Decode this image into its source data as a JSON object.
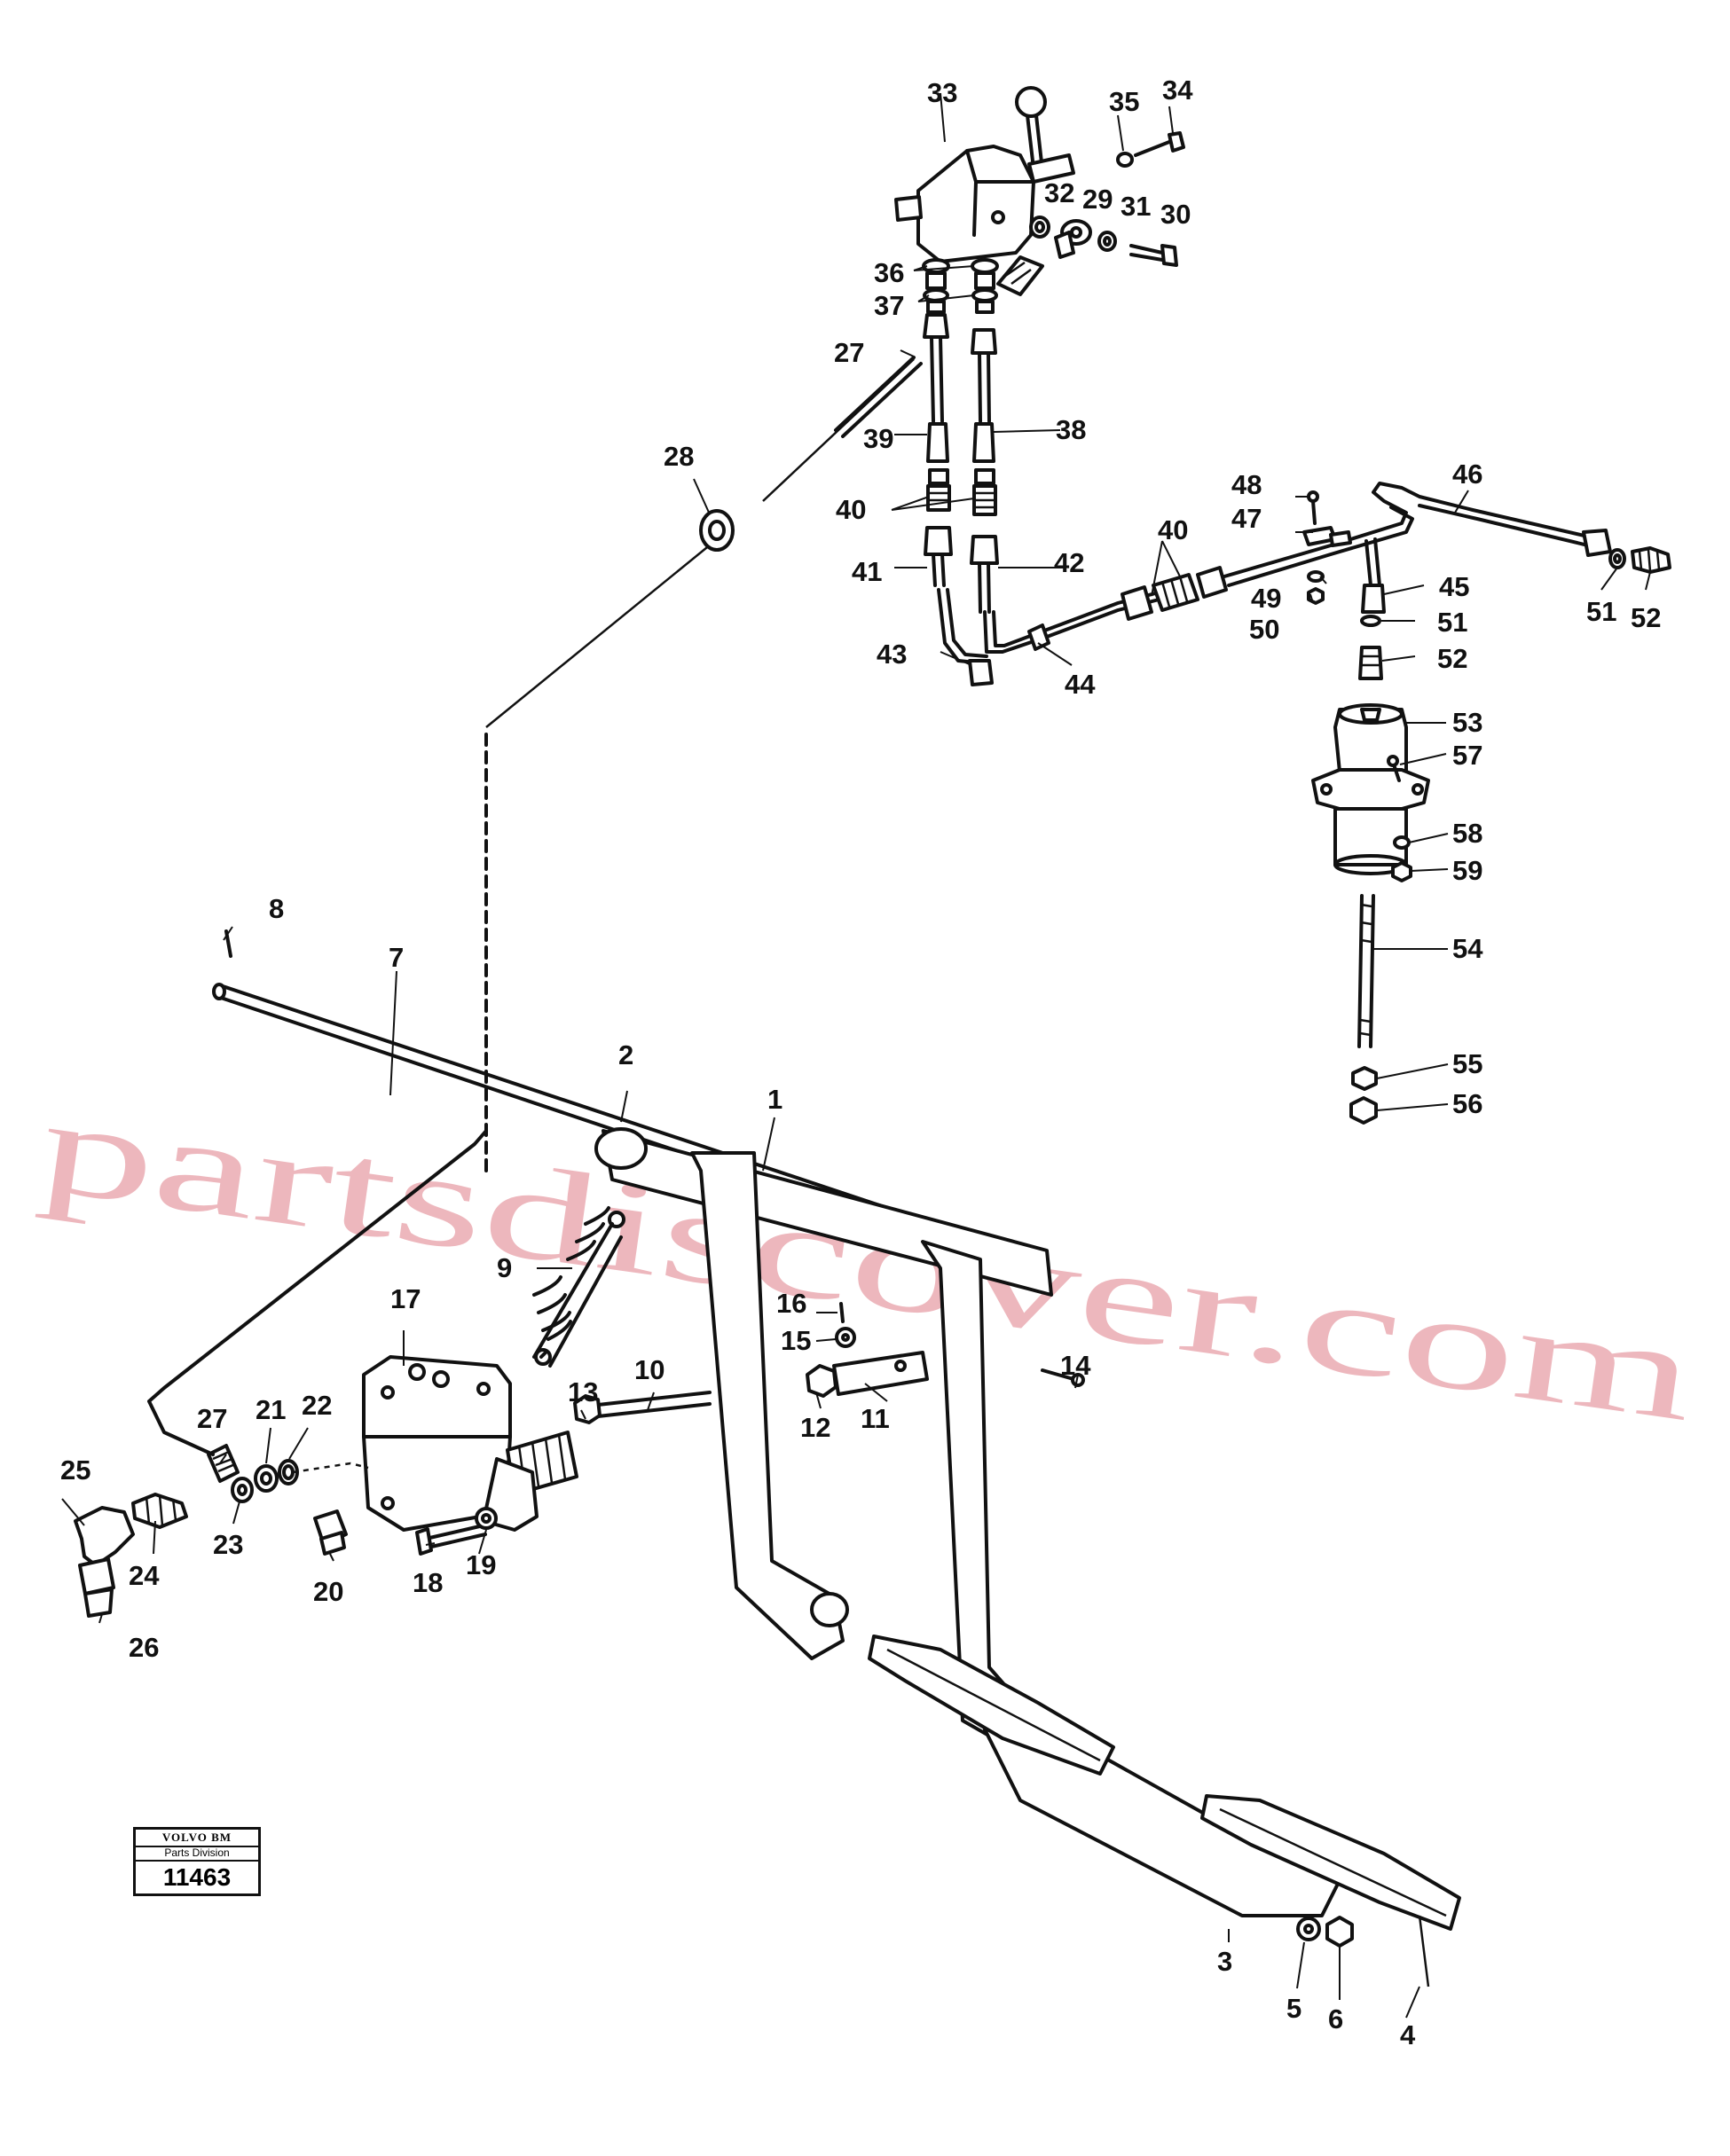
{
  "watermark": "partsdiscover.com",
  "badge": {
    "brand": "VOLVO BM",
    "division": "Parts Division",
    "number": "11463"
  },
  "callouts": {
    "c1": "1",
    "c2": "2",
    "c3": "3",
    "c4": "4",
    "c5": "5",
    "c6": "6",
    "c7": "7",
    "c8": "8",
    "c9": "9",
    "c10": "10",
    "c11": "11",
    "c12": "12",
    "c13": "13",
    "c14": "14",
    "c15": "15",
    "c16": "16",
    "c17": "17",
    "c18": "18",
    "c19": "19",
    "c20": "20",
    "c21": "21",
    "c22": "22",
    "c23": "23",
    "c24": "24",
    "c25": "25",
    "c26": "26",
    "c27a": "27",
    "c27b": "27",
    "c28": "28",
    "c29": "29",
    "c30": "30",
    "c31": "31",
    "c32": "32",
    "c33": "33",
    "c34": "34",
    "c35": "35",
    "c36": "36",
    "c37": "37",
    "c38": "38",
    "c39": "39",
    "c40a": "40",
    "c40b": "40",
    "c41": "41",
    "c42": "42",
    "c43": "43",
    "c44": "44",
    "c45": "45",
    "c46": "46",
    "c47": "47",
    "c48": "48",
    "c49": "49",
    "c50": "50",
    "c51a": "51",
    "c51b": "51",
    "c52a": "52",
    "c52b": "52",
    "c53": "53",
    "c54": "54",
    "c55": "55",
    "c56": "56",
    "c57": "57",
    "c58": "58",
    "c59": "59"
  }
}
